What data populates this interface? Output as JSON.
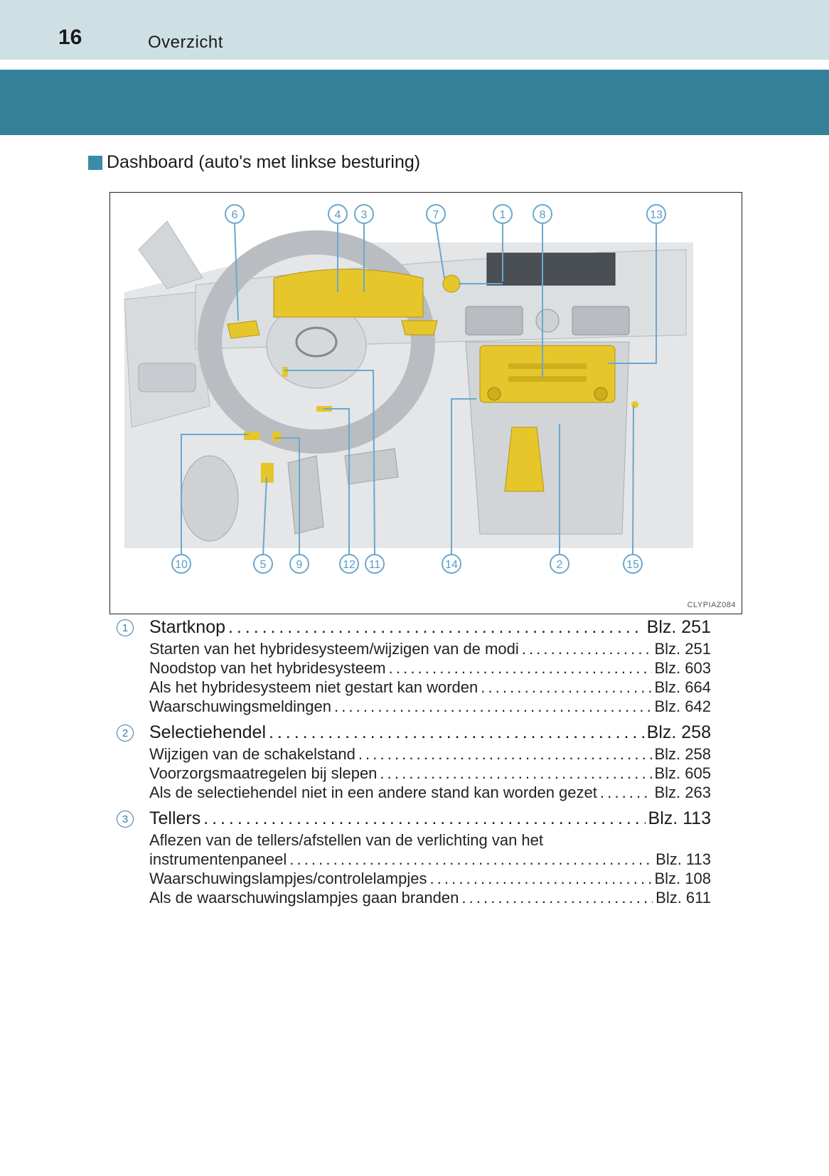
{
  "header": {
    "page_number": "16",
    "title": "Overzicht"
  },
  "section": {
    "title": "Dashboard (auto's met linkse besturing)"
  },
  "figure": {
    "code": "CLYPIAZ084",
    "callouts": [
      "1",
      "2",
      "3",
      "4",
      "5",
      "6",
      "7",
      "8",
      "9",
      "10",
      "11",
      "12",
      "13",
      "14",
      "15"
    ]
  },
  "entries": [
    {
      "num": "1",
      "title": "Startknop",
      "page": "Blz. 251",
      "subs": [
        {
          "text": "Starten van het hybridesysteem/wijzigen van de modi",
          "page": "Blz. 251"
        },
        {
          "text": "Noodstop van het hybridesysteem",
          "page": "Blz. 603"
        },
        {
          "text": "Als het hybridesysteem niet gestart kan worden",
          "page": "Blz. 664"
        },
        {
          "text": "Waarschuwingsmeldingen",
          "page": "Blz. 642"
        }
      ]
    },
    {
      "num": "2",
      "title": "Selectiehendel",
      "page": "Blz. 258",
      "subs": [
        {
          "text": "Wijzigen van de schakelstand",
          "page": "Blz. 258"
        },
        {
          "text": "Voorzorgsmaatregelen bij slepen",
          "page": "Blz. 605"
        },
        {
          "text": "Als de selectiehendel niet in een andere stand kan worden gezet",
          "page": "Blz. 263"
        }
      ]
    },
    {
      "num": "3",
      "title": "Tellers",
      "page": "Blz. 113",
      "sub_wrap": "Aflezen van de tellers/afstellen van de verlichting van het",
      "subs": [
        {
          "text": "instrumentenpaneel",
          "page": "Blz. 113"
        },
        {
          "text": "Waarschuwingslampjes/controlelampjes",
          "page": "Blz. 108"
        },
        {
          "text": "Als de waarschuwingslampjes gaan branden",
          "page": "Blz. 611"
        }
      ]
    }
  ],
  "colors": {
    "header_band": "#cfe0e5",
    "blue_band": "#348099",
    "highlight": "#e6c62a",
    "callout": "#6aa8cf"
  }
}
